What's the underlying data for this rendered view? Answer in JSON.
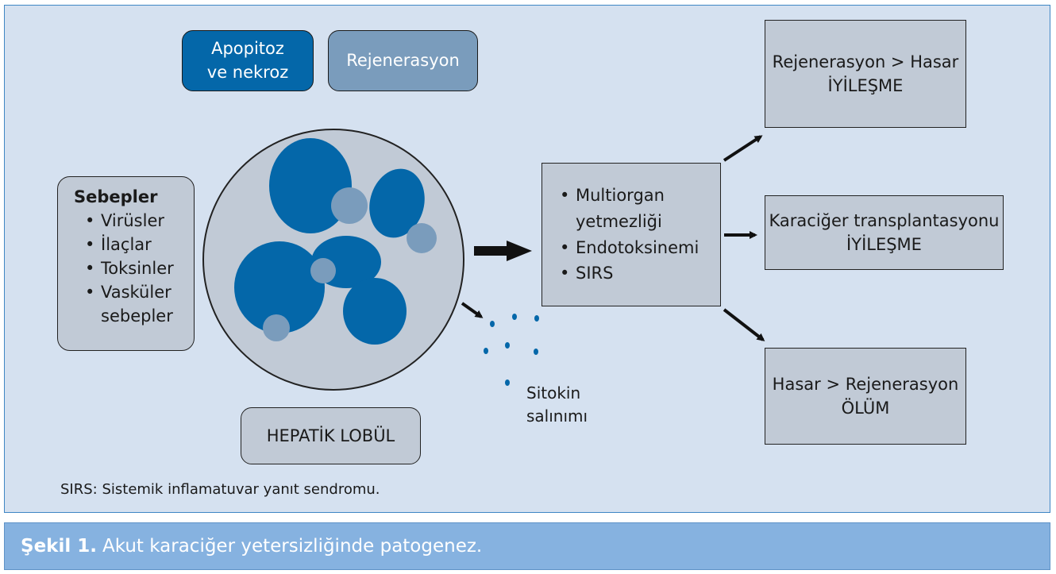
{
  "diagram": {
    "top_boxes": {
      "apoptosis": [
        "Apopitoz",
        "ve nekroz"
      ],
      "regeneration": "Rejenerasyon"
    },
    "causes": {
      "title": "Sebepler",
      "items": [
        "Virüsler",
        "İlaçlar",
        "Toksinler",
        "Vasküler sebepler"
      ]
    },
    "lobule_label": "HEPATİK LOBÜL",
    "cytokine_label": [
      "Sitokin",
      "salınımı"
    ],
    "effects": [
      "Multiorgan yetmezliği",
      "Endotoksinemi",
      "SIRS"
    ],
    "outcomes": [
      {
        "condition": "Rejenerasyon > Hasar",
        "result": "İYİLEŞME"
      },
      {
        "condition": "Karaciğer transplantasyonu",
        "result": "İYİLEŞME"
      },
      {
        "condition": "Hasar > Rejenerasyon",
        "result": "ÖLÜM"
      }
    ],
    "footnote": "SIRS: Sistemik inflamatuvar yanıt sendromu.",
    "colors": {
      "panel_bg": "#d5e1f0",
      "box_bg": "#c1cad6",
      "cell_blue": "#0467a9",
      "cell_spot": "#7a9cbc",
      "caption_bg": "#86b2e0"
    }
  },
  "caption": {
    "label": "Şekil 1.",
    "text": "Akut karaciğer yetersizliğinde patogenez."
  }
}
